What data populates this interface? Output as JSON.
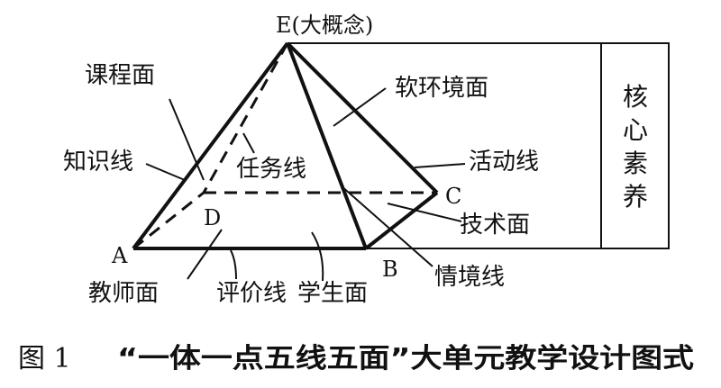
{
  "apex_label": "E(大概念)",
  "faces": {
    "course": "课程面",
    "environment": "软环境面",
    "technology": "技术面",
    "teacher": "教师面",
    "student": "学生面"
  },
  "lines": {
    "knowledge": "知识线",
    "task": "任务线",
    "activity": "活动线",
    "situation": "情境线",
    "evaluation": "评价线"
  },
  "points": {
    "A": "A",
    "B": "B",
    "C": "C",
    "D": "D"
  },
  "side_box": [
    "核",
    "心",
    "素",
    "养"
  ],
  "caption": {
    "figure": "图 1",
    "title": "“一体一点五线五面”大单元教学设计图式"
  }
}
